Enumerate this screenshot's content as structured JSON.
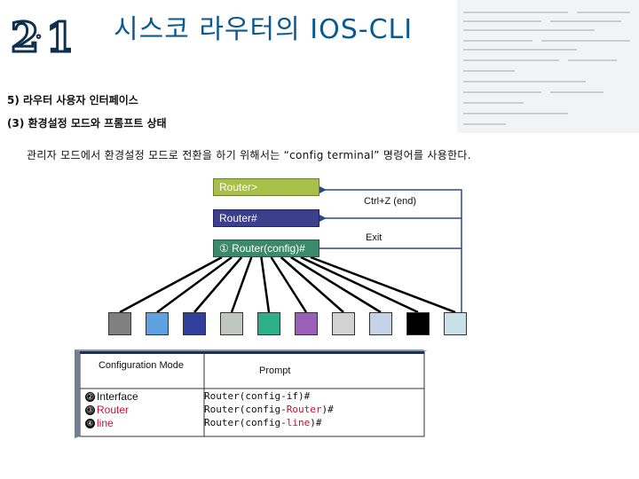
{
  "header": {
    "logo_text": "2-1",
    "title": "시스코 라우터의 IOS-CLI"
  },
  "section": {
    "subtitle_5": "5) 라우터 사용자 인터페이스",
    "subtitle_3": "(3) 환경설정 모드와 프롬프트 상태",
    "description": "관리자 모드에서 환경설정 모드로 전환을 하기 위해서는 “config terminal” 명령어를 사용한다."
  },
  "flow": {
    "user_mode": "Router>",
    "privileged_mode": "Router#",
    "config_mode": "① Router(config)#",
    "ctrl_z": "Ctrl+Z (end)",
    "exit": "Exit"
  },
  "sub_modes": {
    "colors": [
      "#808080",
      "#5fa0e0",
      "#2f3f9a",
      "#bfc7c0",
      "#2fae8a",
      "#9a5fb8",
      "#d2d2d2",
      "#c6d2e6",
      "#000000",
      "#c8e0e8"
    ]
  },
  "table": {
    "header_mode": "Configuration Mode",
    "header_prompt": "Prompt",
    "rows": [
      {
        "num": "⓶",
        "mode": "Interface",
        "mode_red": false,
        "prompt_prefix": "Router(config-if)#",
        "prompt_red": "",
        "prompt_suffix": ""
      },
      {
        "num": "⓷",
        "mode": "Router",
        "mode_red": true,
        "prompt_prefix": "Router(config-",
        "prompt_red": "Router",
        "prompt_suffix": ")#"
      },
      {
        "num": "④",
        "mode": "line",
        "mode_red": true,
        "prompt_prefix": "Router(config-",
        "prompt_red": "line",
        "prompt_suffix": ")#"
      }
    ]
  }
}
